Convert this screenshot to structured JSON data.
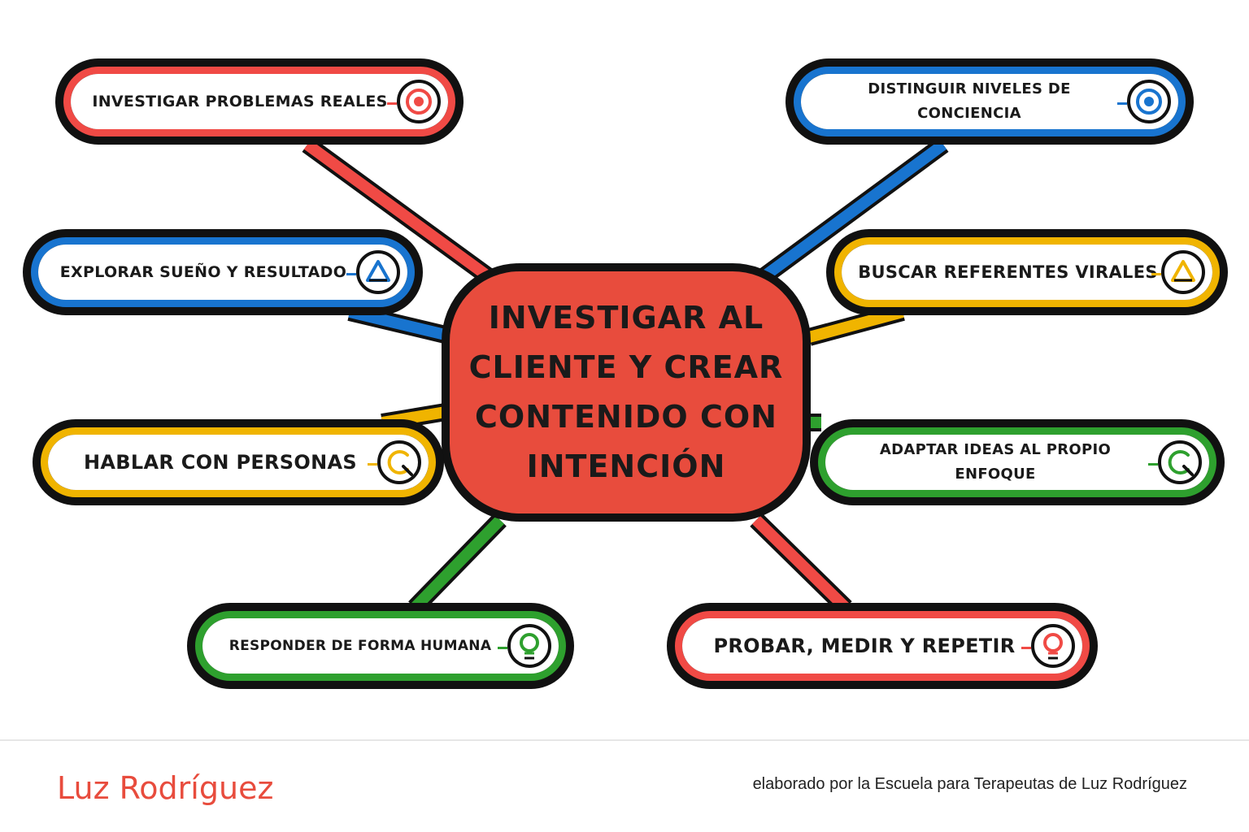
{
  "diagram": {
    "center": {
      "label": "INVESTIGAR AL CLIENTE Y CREAR CONTENIDO CON INTENCIÓN",
      "color": "#e84c3d"
    },
    "nodes": [
      {
        "id": "n1",
        "label": "INVESTIGAR PROBLEMAS REALES",
        "color": "#f04a45",
        "icon": "target-icon"
      },
      {
        "id": "n2",
        "label": "DISTINGUIR NIVELES DE CONCIENCIA",
        "color": "#1874cf",
        "icon": "target-icon"
      },
      {
        "id": "n3",
        "label": "EXPLORAR SUEÑO Y RESULTADO",
        "color": "#1874cf",
        "icon": "triangle-icon"
      },
      {
        "id": "n4",
        "label": "BUSCAR REFERENTES VIRALES",
        "color": "#f0b400",
        "icon": "triangle-icon"
      },
      {
        "id": "n5",
        "label": "HABLAR CON PERSONAS",
        "color": "#f0b400",
        "icon": "magnifier-icon"
      },
      {
        "id": "n6",
        "label": "ADAPTAR IDEAS AL PROPIO ENFOQUE",
        "color": "#2ea02e",
        "icon": "magnifier-icon"
      },
      {
        "id": "n7",
        "label": "RESPONDER DE FORMA HUMANA",
        "color": "#2ea02e",
        "icon": "lightbulb-icon"
      },
      {
        "id": "n8",
        "label": "PROBAR, MEDIR Y REPETIR",
        "color": "#f04a45",
        "icon": "lightbulb-icon"
      }
    ]
  },
  "footer": {
    "signature": "Luz Rodríguez",
    "credit": "elaborado por la Escuela para Terapeutas de Luz Rodríguez"
  }
}
